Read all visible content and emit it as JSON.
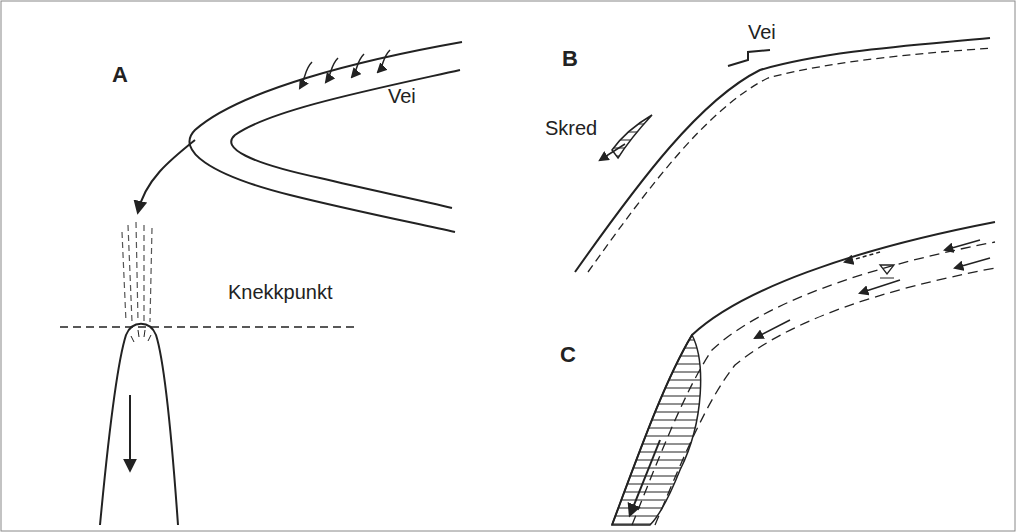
{
  "diagram": {
    "labels": [
      "A",
      "Vei",
      "Knekkpunkt",
      "B",
      "Vei",
      "Skred",
      "C"
    ]
  }
}
